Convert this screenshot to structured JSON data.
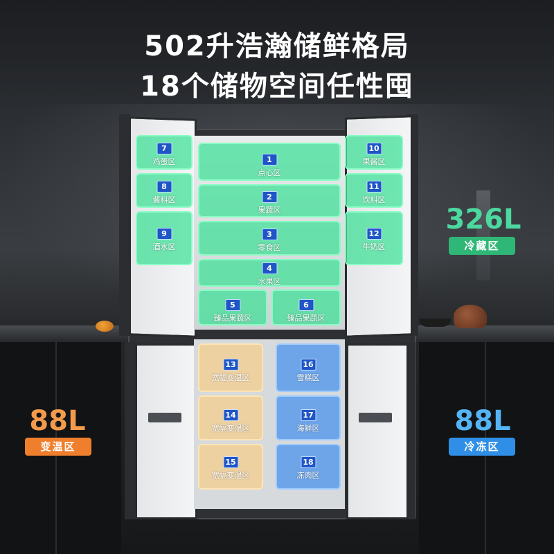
{
  "headline": {
    "line1": "502升浩瀚储鲜格局",
    "line2": "18个储物空间任性囤"
  },
  "colors": {
    "green_zone": "#3ce196",
    "orange_zone": "#f5cd8c",
    "blue_zone": "#5096eb",
    "badge_blue": "#1f56c7",
    "green_capacity": "#4cd9a0",
    "orange_capacity": "#f39b4b",
    "blue_capacity": "#55b4f5"
  },
  "capacities": {
    "fridge": {
      "value": "326L",
      "label": "冷藏区"
    },
    "convertible": {
      "value": "88L",
      "label": "变温区"
    },
    "freezer": {
      "value": "88L",
      "label": "冷冻区"
    }
  },
  "zones": [
    {
      "num": "1",
      "label": "点心区"
    },
    {
      "num": "2",
      "label": "果蔬区"
    },
    {
      "num": "3",
      "label": "零食区"
    },
    {
      "num": "4",
      "label": "水果区"
    },
    {
      "num": "5",
      "label": "臻品果蔬区"
    },
    {
      "num": "6",
      "label": "臻品果蔬区"
    },
    {
      "num": "7",
      "label": "鸡蛋区"
    },
    {
      "num": "8",
      "label": "酱料区"
    },
    {
      "num": "9",
      "label": "酒水区"
    },
    {
      "num": "10",
      "label": "果酱区"
    },
    {
      "num": "11",
      "label": "饮料区"
    },
    {
      "num": "12",
      "label": "牛奶区"
    },
    {
      "num": "13",
      "label": "宽幅变温区"
    },
    {
      "num": "14",
      "label": "宽幅变温区"
    },
    {
      "num": "15",
      "label": "宽幅变温区"
    },
    {
      "num": "16",
      "label": "雪糕区"
    },
    {
      "num": "17",
      "label": "海鲜区"
    },
    {
      "num": "18",
      "label": "冻肉区"
    }
  ]
}
